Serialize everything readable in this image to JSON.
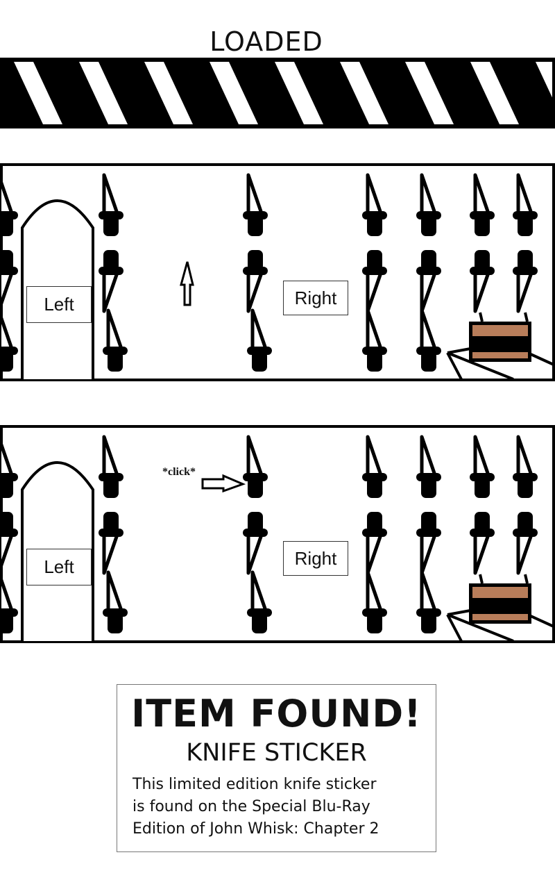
{
  "loading": {
    "label": "LOADED",
    "progress_percent": 100
  },
  "panels": [
    {
      "left_label": "Left",
      "right_label": "Right",
      "cursor": "up-arrow"
    },
    {
      "left_label": "Left",
      "right_label": "Right",
      "cursor": "right-arrow",
      "action_text": "*click*"
    }
  ],
  "item_found": {
    "title": "ITEM FOUND!",
    "name": "KNIFE STICKER",
    "description_lines": [
      "This limited edition knife sticker",
      "is found on the Special Blu-Ray",
      "Edition of John Whisk: Chapter 2"
    ]
  },
  "colors": {
    "cake": "#b87d5a",
    "ink": "#000000"
  }
}
